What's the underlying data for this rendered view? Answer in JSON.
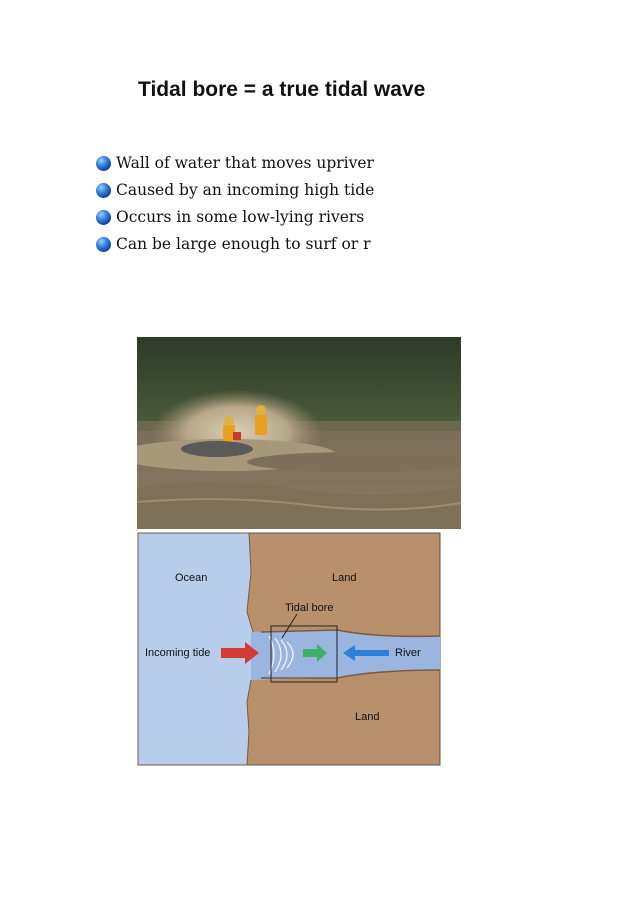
{
  "title": "Tidal bore = a true tidal wave",
  "bullets": [
    "Wall of water that moves upriver",
    "Caused by an incoming high tide",
    "Occurs in some low-lying rivers",
    "Can be large enough to surf or r"
  ],
  "diagram": {
    "ocean_label": "Ocean",
    "land_top_label": "Land",
    "land_bottom_label": "Land",
    "tidal_bore_label": "Tidal bore",
    "incoming_tide_label": "Incoming tide",
    "river_label": "River"
  },
  "colors": {
    "bullet": "#1f5fc8",
    "ocean": "#b8cdea",
    "land": "#b8906c",
    "river": "#9ab6e0",
    "incoming_arrow": "#d33a33",
    "river_arrow": "#2e7fd6",
    "bore_arrow": "#3fb06a"
  }
}
